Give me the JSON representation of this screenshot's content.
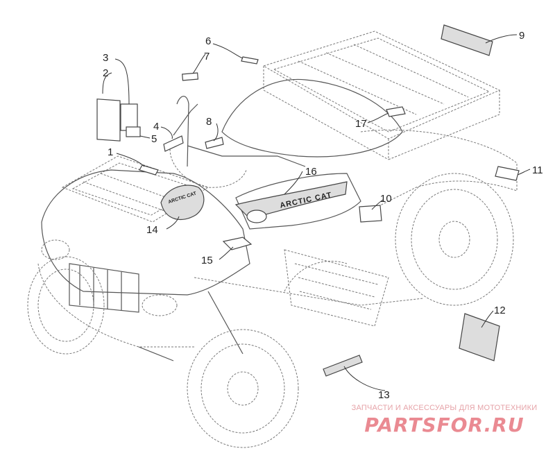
{
  "callouts": {
    "c1": "1",
    "c2": "2",
    "c3": "3",
    "c4": "4",
    "c5": "5",
    "c6": "6",
    "c7": "7",
    "c8": "8",
    "c9": "9",
    "c10": "10",
    "c11": "11",
    "c12": "12",
    "c13": "13",
    "c14": "14",
    "c15": "15",
    "c16": "16",
    "c17": "17"
  },
  "decal_text": {
    "brand_logo": "ARCTIC CAT",
    "side_decal": "ARCTIC CAT"
  },
  "watermark": {
    "tagline": "ЗАПЧАСТИ И АКСЕССУАРЫ ДЛЯ МОТОТЕХНИКИ",
    "brand": "PARTSFOR.RU"
  },
  "colors": {
    "line": "#555555",
    "watermark": "#ea8a92"
  }
}
